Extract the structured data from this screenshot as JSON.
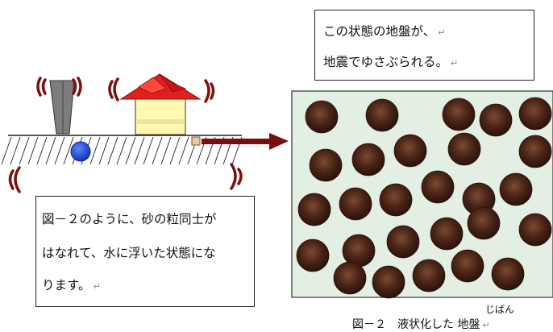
{
  "top_box": {
    "line1": "この状態の地盤が、",
    "line2": "地震でゆさぶられる。"
  },
  "bottom_box": {
    "line1": "図－２のように、砂の粒同士が",
    "line2": "はなれて、水に浮いた状態にな",
    "line3": "ります。"
  },
  "return_mark": "↵",
  "caption": {
    "text": "図－２　液状化した 地盤",
    "ruby": "じばん"
  },
  "colors": {
    "ground_fill": "#e2efe2",
    "house_roof": "#e02020",
    "house_wall": "#fff8b0",
    "arrow": "#7a0e0e",
    "sand_grain": "#4a2416",
    "water_ball": "#1a4fd8",
    "shake_lines": "#7a1010"
  }
}
